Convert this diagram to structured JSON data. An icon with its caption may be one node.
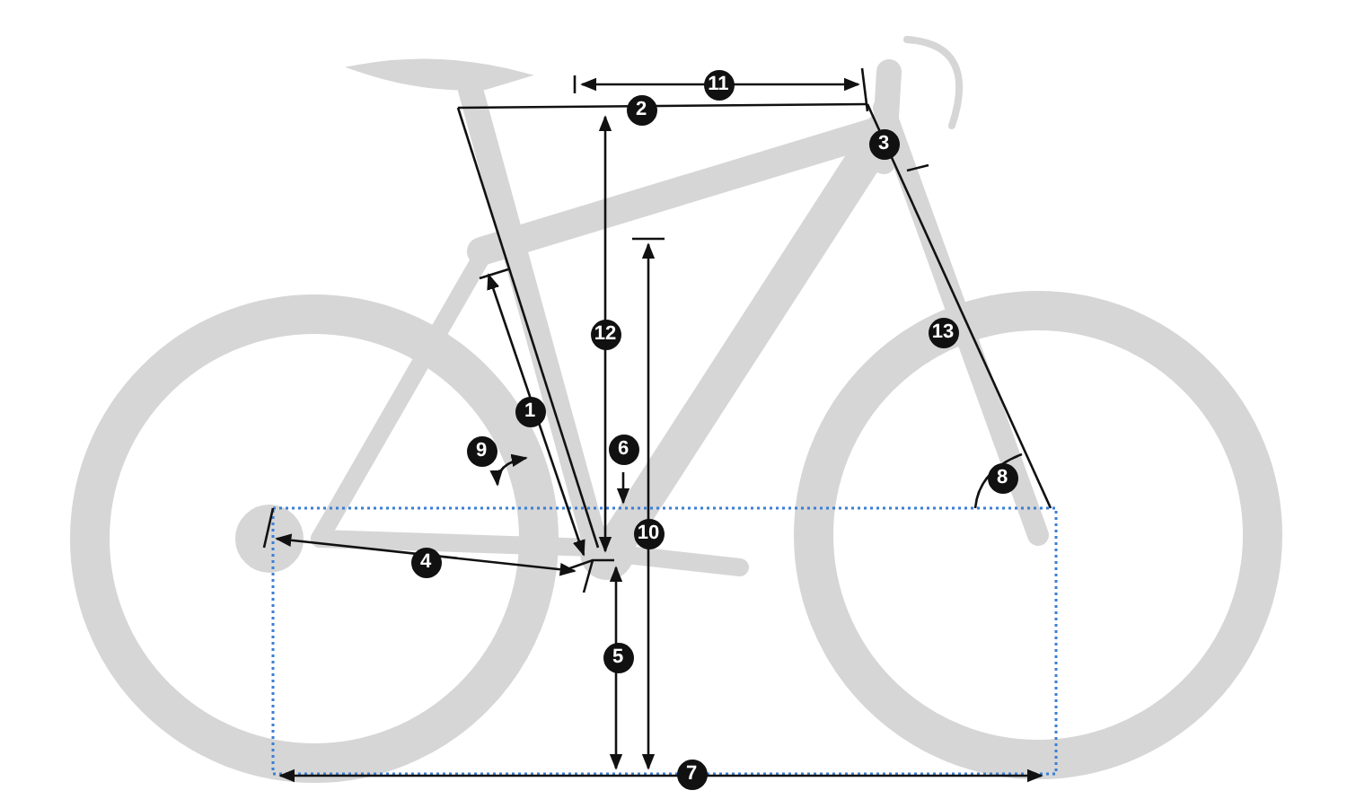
{
  "diagram": {
    "labels": [
      "11",
      "2",
      "3",
      "12",
      "13",
      "1",
      "9",
      "6",
      "10",
      "8",
      "4",
      "5",
      "7"
    ]
  }
}
